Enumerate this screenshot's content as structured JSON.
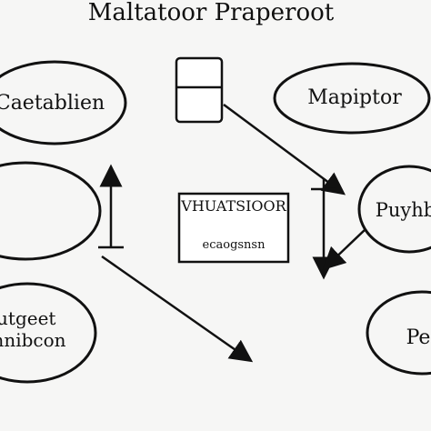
{
  "title": "Maltatoor Praperoot",
  "nodes": {
    "top_left": {
      "label": "Caetablien"
    },
    "top_right": {
      "label": "Mapiptor"
    },
    "mid_right": {
      "label": "Puyhb"
    },
    "bottom_left": {
      "line1": "Nutgeet",
      "line2": "Fmnibcon"
    },
    "bottom_right": {
      "label": "Pe"
    },
    "center_box": {
      "line1": "VHUATSIOOR",
      "line2": "ecaogsnsn"
    }
  },
  "colors": {
    "ink": "#111111",
    "background": "#f6f6f5",
    "box_fill": "#ffffff"
  }
}
